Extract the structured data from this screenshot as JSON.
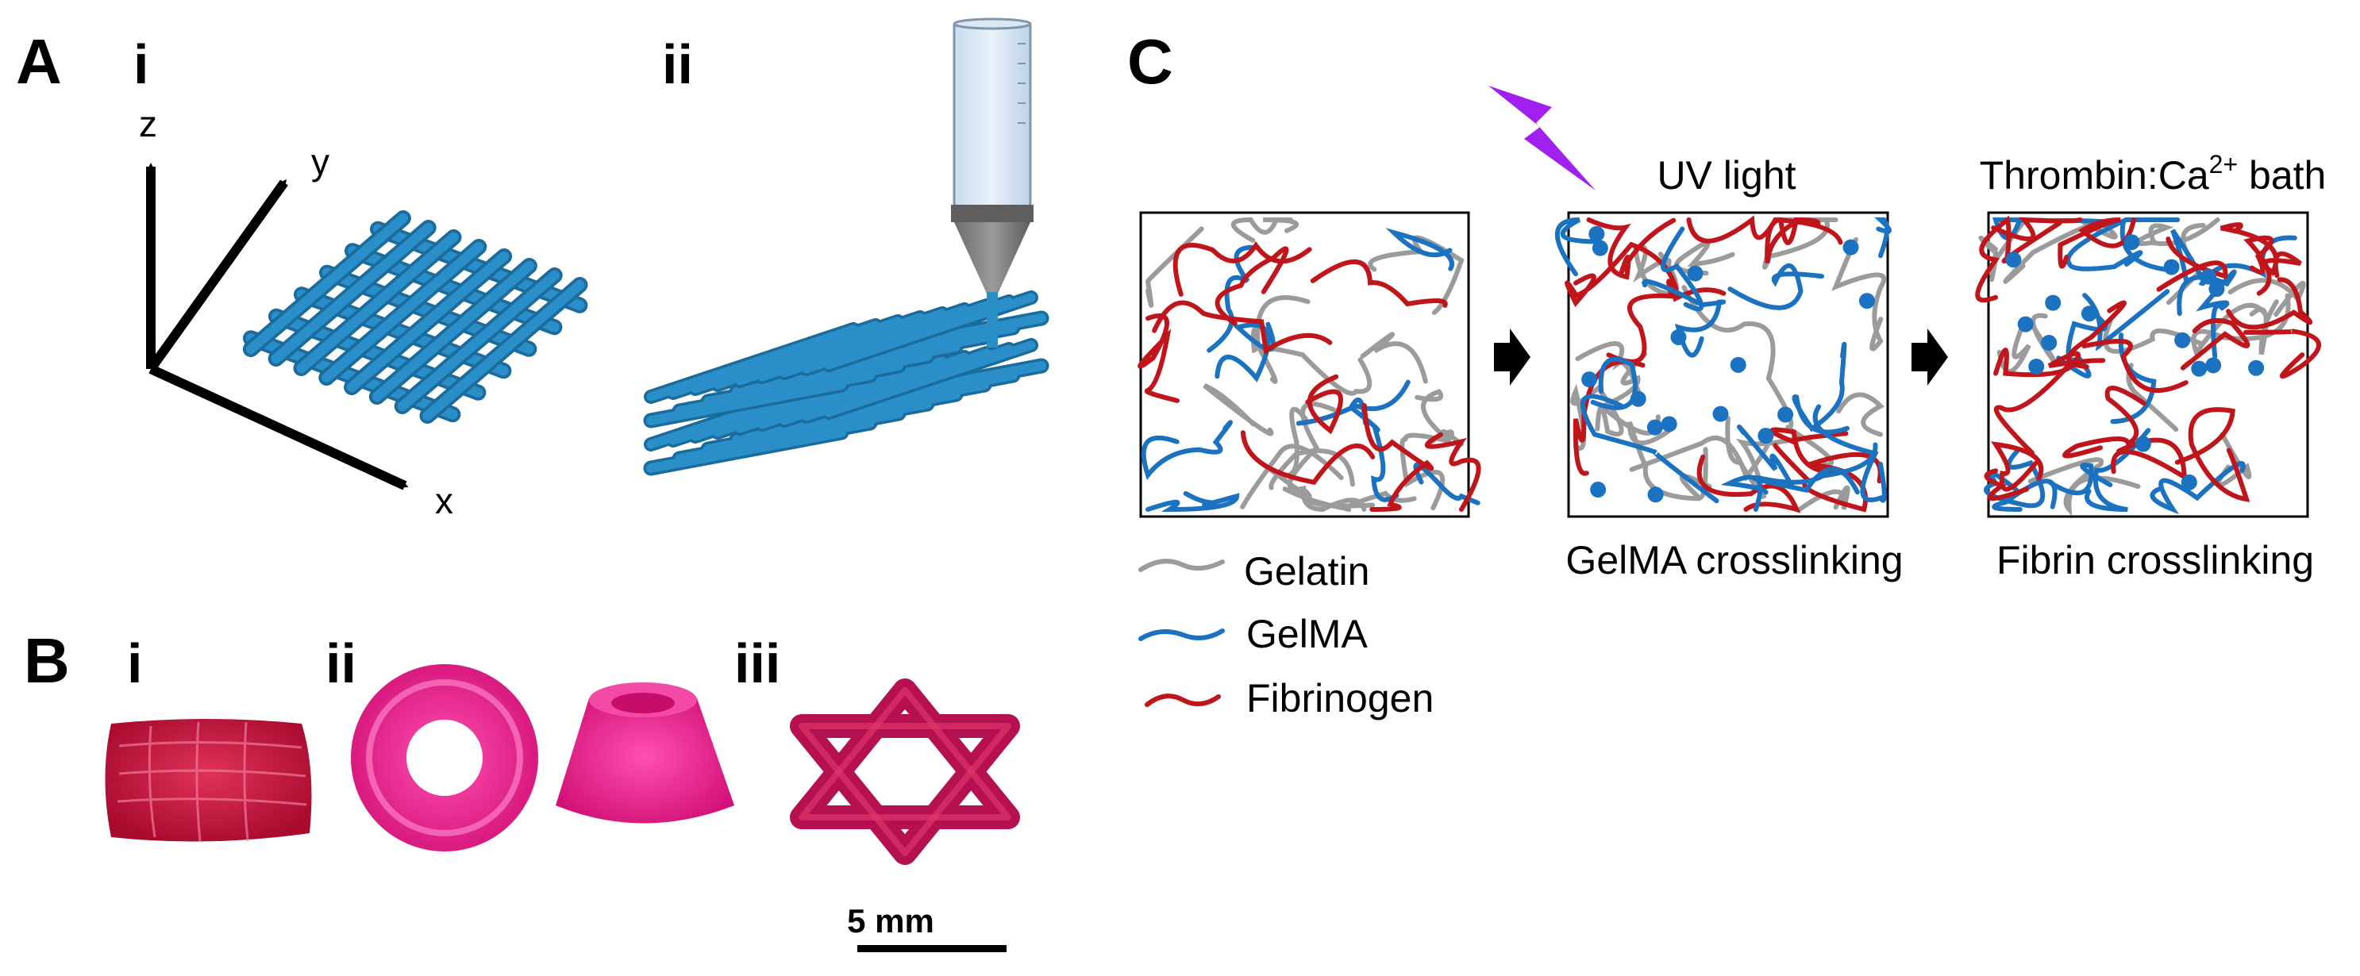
{
  "figure": {
    "panel_a": {
      "label": "A",
      "sub_i": "i",
      "sub_ii": "ii",
      "axis_x": "x",
      "axis_y": "y",
      "axis_z": "z"
    },
    "panel_b": {
      "label": "B",
      "sub_i": "i",
      "sub_ii": "ii",
      "sub_iii": "iii",
      "scale_bar": "5 mm"
    },
    "panel_c": {
      "label": "C",
      "uv_title": "UV light",
      "bath_title_main": "Thrombin:Ca",
      "bath_title_sup": "2+",
      "bath_title_end": " bath",
      "caption_middle": "GelMA crosslinking",
      "caption_right": "Fibrin crosslinking",
      "legend": [
        {
          "label": "Gelatin",
          "color": "#9b9b9b"
        },
        {
          "label": "GelMA",
          "color": "#1a72c0"
        },
        {
          "label": "Fibrinogen",
          "color": "#c0151b"
        }
      ]
    }
  },
  "colors": {
    "scaffold": "#2a8fc8",
    "scaffold_dark": "#1b6c9c",
    "gelatin": "#9b9b9b",
    "gelma": "#1a72c0",
    "fibrinogen": "#c0151b",
    "uv": "#a020f0",
    "hydrogel_red": "#c8123e",
    "hydrogel_pink": "#e1147a"
  }
}
